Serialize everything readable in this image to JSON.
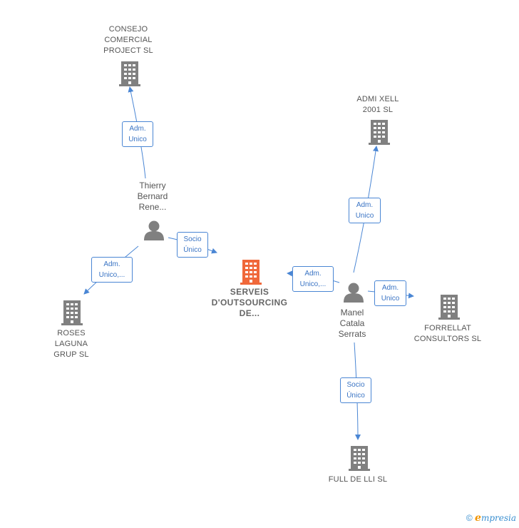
{
  "nodes": {
    "center": {
      "label_lines": [
        "SERVEIS",
        "D'OUTSOURCING",
        "DE..."
      ],
      "color": "#f0683a"
    },
    "consejo": {
      "label_lines": [
        "CONSEJO",
        "COMERCIAL",
        "PROJECT  SL"
      ]
    },
    "admi": {
      "label_lines": [
        "ADMI XELL",
        "2001 SL"
      ]
    },
    "roses": {
      "label_lines": [
        "ROSES",
        "LAGUNA",
        "GRUP  SL"
      ]
    },
    "forrellat": {
      "label_lines": [
        "FORRELLAT",
        "CONSULTORS SL"
      ]
    },
    "full": {
      "label_lines": [
        "FULL DE LLI SL"
      ]
    }
  },
  "persons": {
    "thierry": {
      "label_lines": [
        "Thierry",
        "Bernard",
        "Rene..."
      ]
    },
    "manel": {
      "label_lines": [
        "Manel",
        "Catala",
        "Serrats"
      ]
    }
  },
  "edges": {
    "thierry_consejo": {
      "lines": [
        "Adm.",
        "Unico"
      ]
    },
    "thierry_roses": {
      "lines": [
        "Adm.",
        "Unico,..."
      ]
    },
    "thierry_center": {
      "lines": [
        "Socio",
        "Único"
      ]
    },
    "manel_center": {
      "lines": [
        "Adm.",
        "Unico,..."
      ]
    },
    "manel_admi": {
      "lines": [
        "Adm.",
        "Unico"
      ]
    },
    "manel_forrellat": {
      "lines": [
        "Adm.",
        "Unico"
      ]
    },
    "manel_full": {
      "lines": [
        "Socio",
        "Único"
      ]
    }
  },
  "colors": {
    "building": "#808080",
    "person": "#808080",
    "edge": "#4a86d4",
    "focus": "#f0683a"
  },
  "footer": {
    "copyright": "©",
    "brand_initial": "e",
    "brand_rest": "mpresia"
  }
}
